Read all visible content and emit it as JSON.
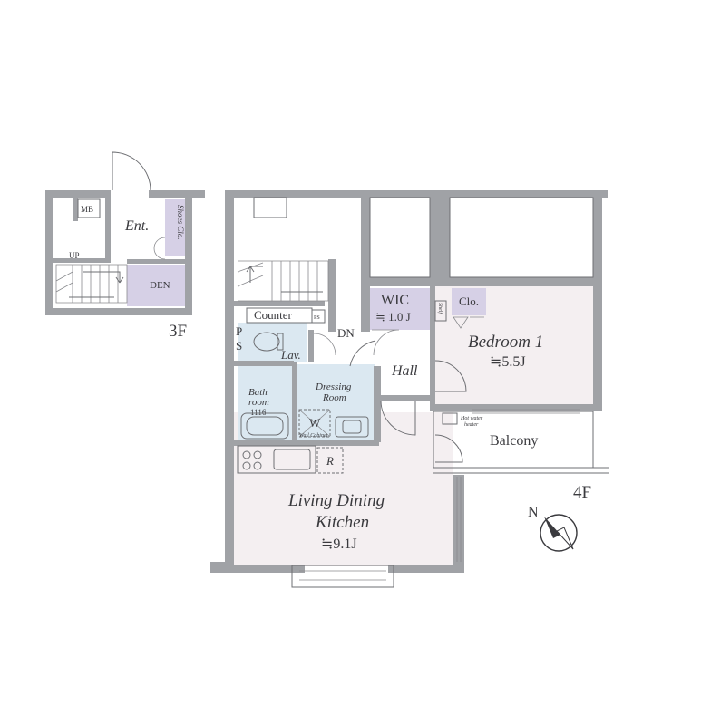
{
  "floors": {
    "third": "3F",
    "fourth": "4F"
  },
  "rooms": {
    "mb": "MB",
    "entrance": "Ent.",
    "shoes_closet": "Shoes Clo.",
    "up": "UP",
    "den": "DEN",
    "counter": "Counter",
    "ps": "PS",
    "ps_left_p": "P",
    "ps_left_s": "S",
    "lav": "Lav.",
    "dn": "DN",
    "wic": "WIC",
    "wic_size": "≒ 1.0 J",
    "closet": "Clo.",
    "shelf": "Shelf",
    "bedroom": "Bedroom 1",
    "bedroom_size": "≒5.5J",
    "hall": "Hall",
    "bathroom_line1": "Bath",
    "bathroom_line2": "room",
    "bathroom_size": "1116",
    "dressing_line1": "Dressing",
    "dressing_line2": "Room",
    "washer": "W",
    "wall_cabinet": "Wall Cabinet",
    "hot_water_heater_line1": "Hot water",
    "hot_water_heater_line2": "heater",
    "balcony": "Balcony",
    "refrigerator": "R",
    "ldk_line1": "Living Dining",
    "ldk_line2": "Kitchen",
    "ldk_size": "≒9.1J"
  },
  "colors": {
    "wall": "#a0a2a6",
    "room_pink": "#f4eff1",
    "room_purple": "#d6d0e6",
    "room_blue": "#dbe8f1"
  },
  "icons": {
    "compass": "north-arrow-compass-icon",
    "toilet": "toilet-icon",
    "bathtub": "bathtub-icon",
    "sink": "sink-icon",
    "stove": "stove-icon"
  }
}
